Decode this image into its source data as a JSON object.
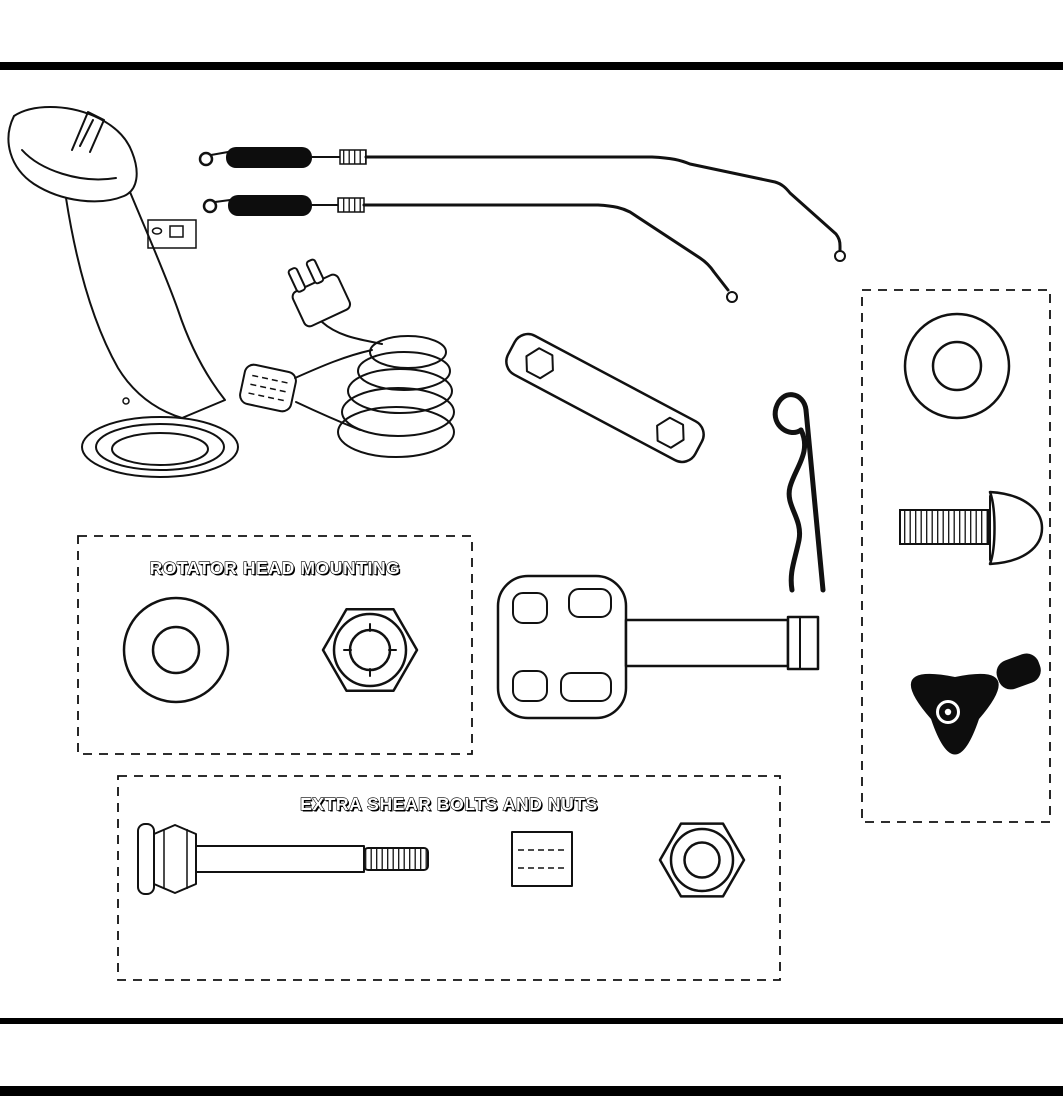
{
  "page": {
    "background": "#ffffff",
    "ink": "#000000"
  },
  "sections": {
    "rotator_head_mounting": {
      "label": "ROTATOR HEAD MOUNTING",
      "parts": [
        "flat-washer",
        "hex-flange-nut"
      ]
    },
    "extra_shear_bolts": {
      "label": "EXTRA SHEAR BOLTS AND NUTS",
      "parts": [
        "shear-bolt",
        "spacer-block",
        "hex-nut"
      ]
    },
    "hardware_column": {
      "parts": [
        "large-flat-washer",
        "carriage-bolt",
        "chute-knob"
      ]
    },
    "loose_parts": [
      "chute-rotator-head",
      "upper-chute-cable",
      "lower-chute-cable",
      "power-cord",
      "chute-tool",
      "hairpin-cotter-pin",
      "ignition-key"
    ]
  }
}
